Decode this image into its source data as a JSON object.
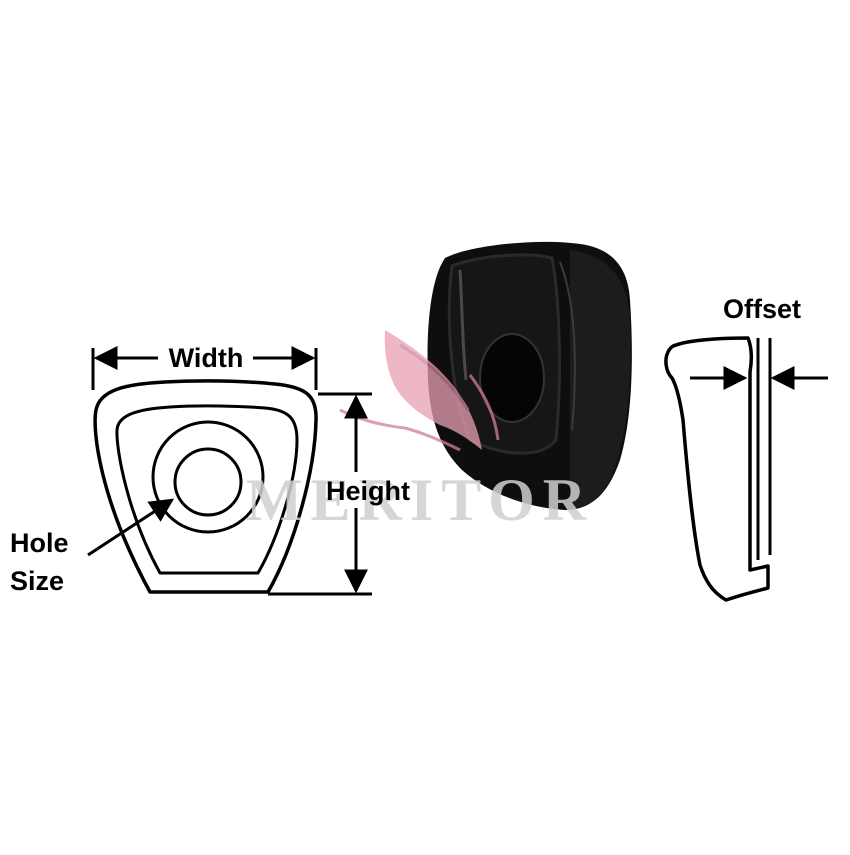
{
  "labels": {
    "width": "Width",
    "height": "Height",
    "hole_line1": "Hole",
    "hole_line2": "Size",
    "offset": "Offset"
  },
  "watermark": {
    "text": "MERITOR",
    "logo_color": "#e8a0b4"
  },
  "colors": {
    "line": "#000000",
    "block": "#0e0e0e",
    "background": "#ffffff"
  }
}
